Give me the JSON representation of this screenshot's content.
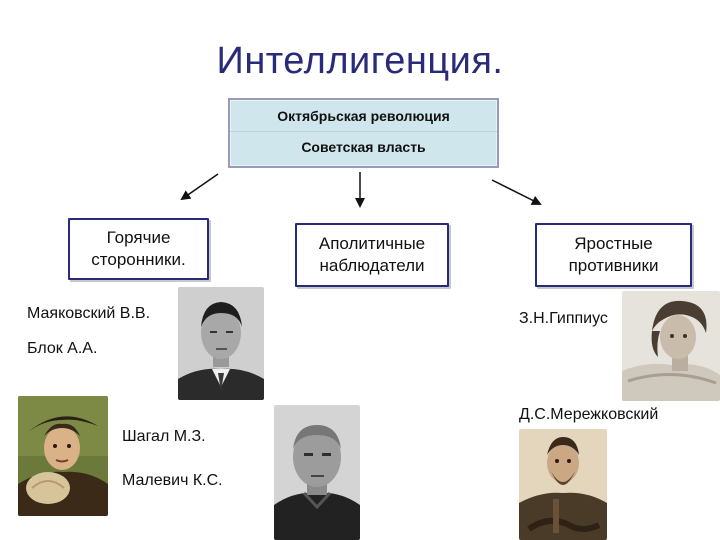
{
  "title": "Интеллигенция.",
  "center": {
    "line1": "Октябрьская революция",
    "line2": "Советская власть"
  },
  "categories": [
    {
      "label": "Горячие сторонники."
    },
    {
      "label": "Аполитичные наблюдатели"
    },
    {
      "label": "Яростные противники"
    }
  ],
  "people": {
    "mayakovsky": "Маяковский В.В.",
    "blok": "Блок А.А.",
    "shagal": "Шагал М.З.",
    "malevich": "Малевич К.С.",
    "gippius": "З.Н.Гиппиус",
    "merezhkovsky": "Д.С.Мережковский"
  },
  "colors": {
    "title": "#2a2a7a",
    "box_border": "#2a2a7a",
    "center_fill": "#cfe7ec"
  }
}
